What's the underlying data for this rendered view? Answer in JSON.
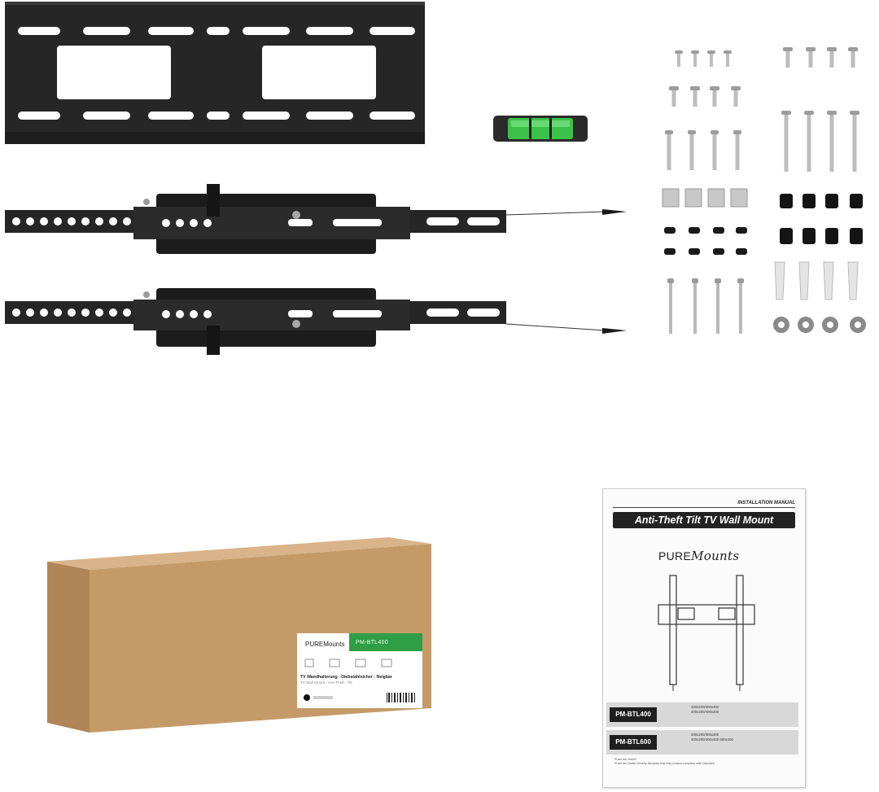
{
  "scene": "product_contents_photo",
  "colors": {
    "metal": "#262626",
    "cardboard": "#c49b68",
    "level_green": "#3cc24a",
    "label_green": "#2f9e44",
    "steel": "#b5b5b5"
  },
  "packaging": {
    "brand_label": "PUREMounts",
    "model": "PM-BTL400",
    "title_de": "TV Wandhalterung - Diebstahlsicher - Neigbar",
    "title_en": "TV Wall Mount - Anti-Theft - Tilt"
  },
  "manual": {
    "header": "INSTALLATION MANUAL",
    "title": "Anti-Theft Tilt TV Wall Mount",
    "brand": "PURE",
    "brand_script": "Mounts",
    "models": [
      "PM-BTL400",
      "PM-BTL600"
    ],
    "specs": [
      "200x200/300x300 400x200/400x400",
      "200x200/300x300 400x200/400x400 600x400"
    ],
    "footer_company": "PureLink GmbH",
    "footer_text": "PureLink GmbH hereby declares that this product complies with Directive"
  }
}
